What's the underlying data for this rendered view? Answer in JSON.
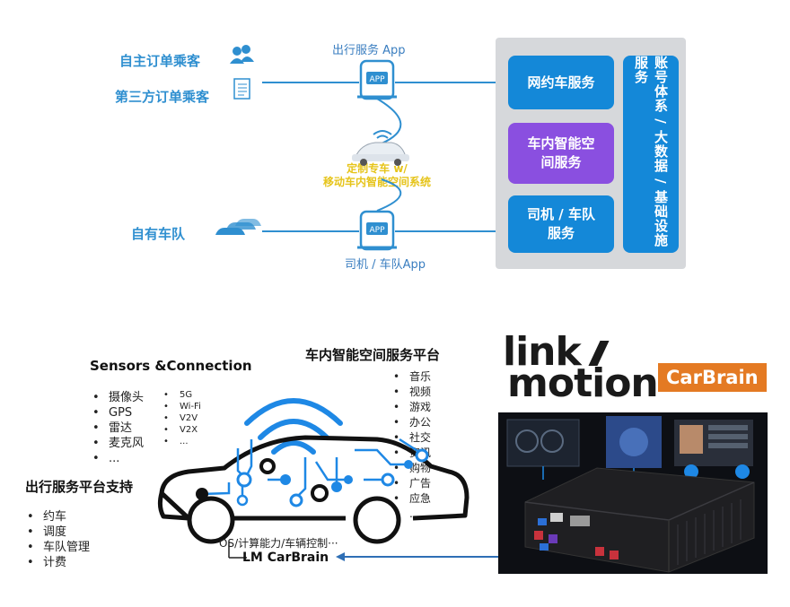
{
  "top": {
    "passenger_self": "自主订单乘客",
    "passenger_third": "第三方订单乘客",
    "own_fleet": "自有车队",
    "app_travel": "出行服务 App",
    "app_driver": "司机 / 车队App",
    "car_label_line1": "定制专车 w/",
    "car_label_line2": "移动车内智能空间系统",
    "services": {
      "ride_hailing": "网约车服务",
      "in_car_space": "车内智能空间服务",
      "driver_fleet": "司机 / 车队服务",
      "infra": "账号体系 / 大数据 / 基础设施服务"
    }
  },
  "bottom": {
    "sensors_title": "Sensors &Connection",
    "sensors": [
      "摄像头",
      "GPS",
      "雷达",
      "麦克风",
      "..."
    ],
    "connections": [
      "5G",
      "Wi-Fi",
      "V2V",
      "V2X",
      "..."
    ],
    "platform_title": "车内智能空间服务平台",
    "platform_items": [
      "音乐",
      "视频",
      "游戏",
      "办公",
      "社交",
      "资讯",
      "购物",
      "广告",
      "应急",
      "..."
    ],
    "mobility_title": "出行服务平台支持",
    "mobility_items": [
      "约车",
      "调度",
      "车队管理",
      "计费"
    ],
    "os_label": "OS/计算能力/车辆控制···",
    "lm_label": "LM CarBrain",
    "logo_line1": "link",
    "logo_line2": "motion",
    "logo_badge": "CarBrain"
  },
  "colors": {
    "accent_blue": "#2f8fd0",
    "service_blue": "#1488d8",
    "service_purple": "#8a4fe0",
    "panel_gray": "#d6d8db",
    "logo_orange": "#e47a23",
    "highlight_yellow": "#e6c41a"
  },
  "icons": [
    "users-icon",
    "document-icon",
    "fleet-icon",
    "phone-app-icon",
    "wifi-icon",
    "car-icon",
    "computer-unit-image"
  ]
}
